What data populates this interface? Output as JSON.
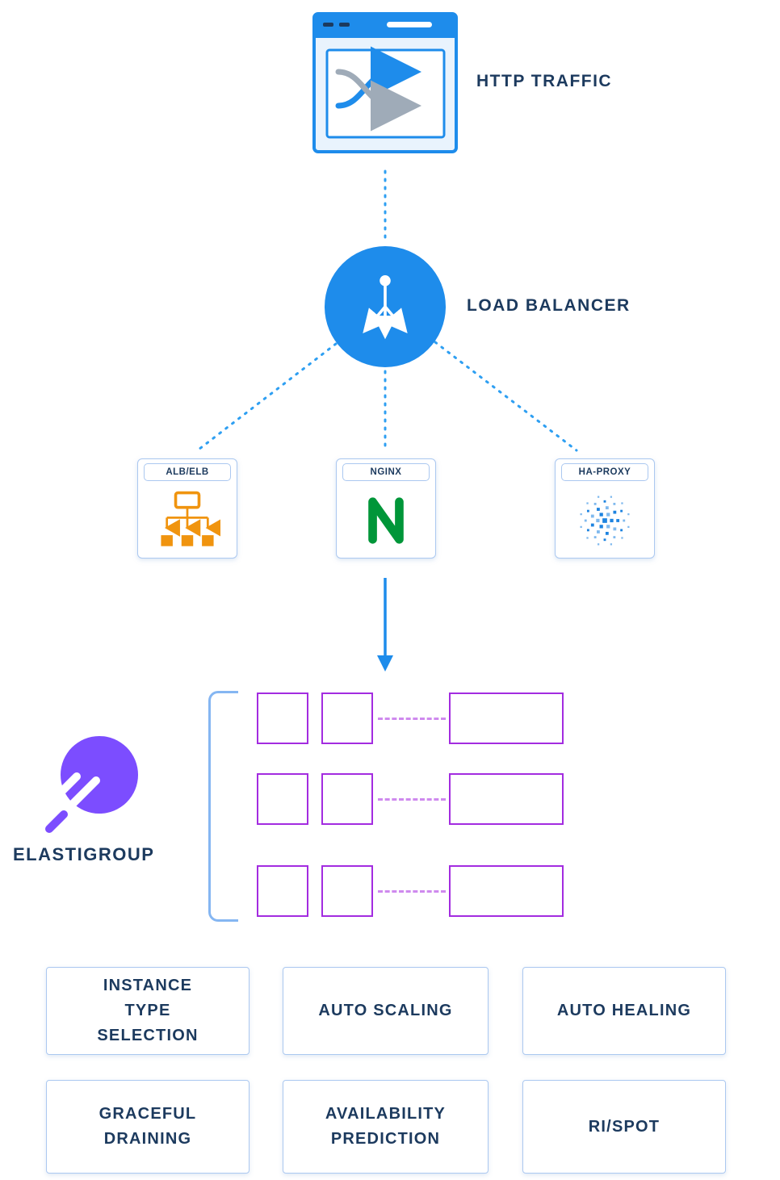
{
  "http_traffic": {
    "label": "HTTP TRAFFIC",
    "icon": "browser-crossing-arrows-icon"
  },
  "load_balancer": {
    "label": "LOAD BALANCER",
    "icon": "split-arrows-icon"
  },
  "balancers": [
    {
      "label": "ALB/ELB",
      "icon": "hierarchy-icon"
    },
    {
      "label": "NGINX",
      "icon": "nginx-n-icon"
    },
    {
      "label": "HA-PROXY",
      "icon": "dotted-sphere-icon"
    }
  ],
  "elastigroup": {
    "label": "ELASTIGROUP",
    "icon": "comet-icon"
  },
  "features": [
    {
      "label": "INSTANCE\nTYPE\nSELECTION"
    },
    {
      "label": "AUTO SCALING"
    },
    {
      "label": "AUTO HEALING"
    },
    {
      "label": "GRACEFUL\nDRAINING"
    },
    {
      "label": "AVAILABILITY\nPREDICTION"
    },
    {
      "label": "RI/SPOT"
    }
  ],
  "colors": {
    "blue": "#1e8ceb",
    "dotted_blue": "#2e9ff2",
    "light_border": "#abc8f0",
    "navy_text": "#1c3a5e",
    "purple_border": "#a32ce0",
    "dashed_purple": "#cf8aee",
    "violet": "#7c4dff",
    "nginx_green": "#009639",
    "alb_orange": "#f0940f",
    "gray_arrow": "#9fabb8"
  }
}
